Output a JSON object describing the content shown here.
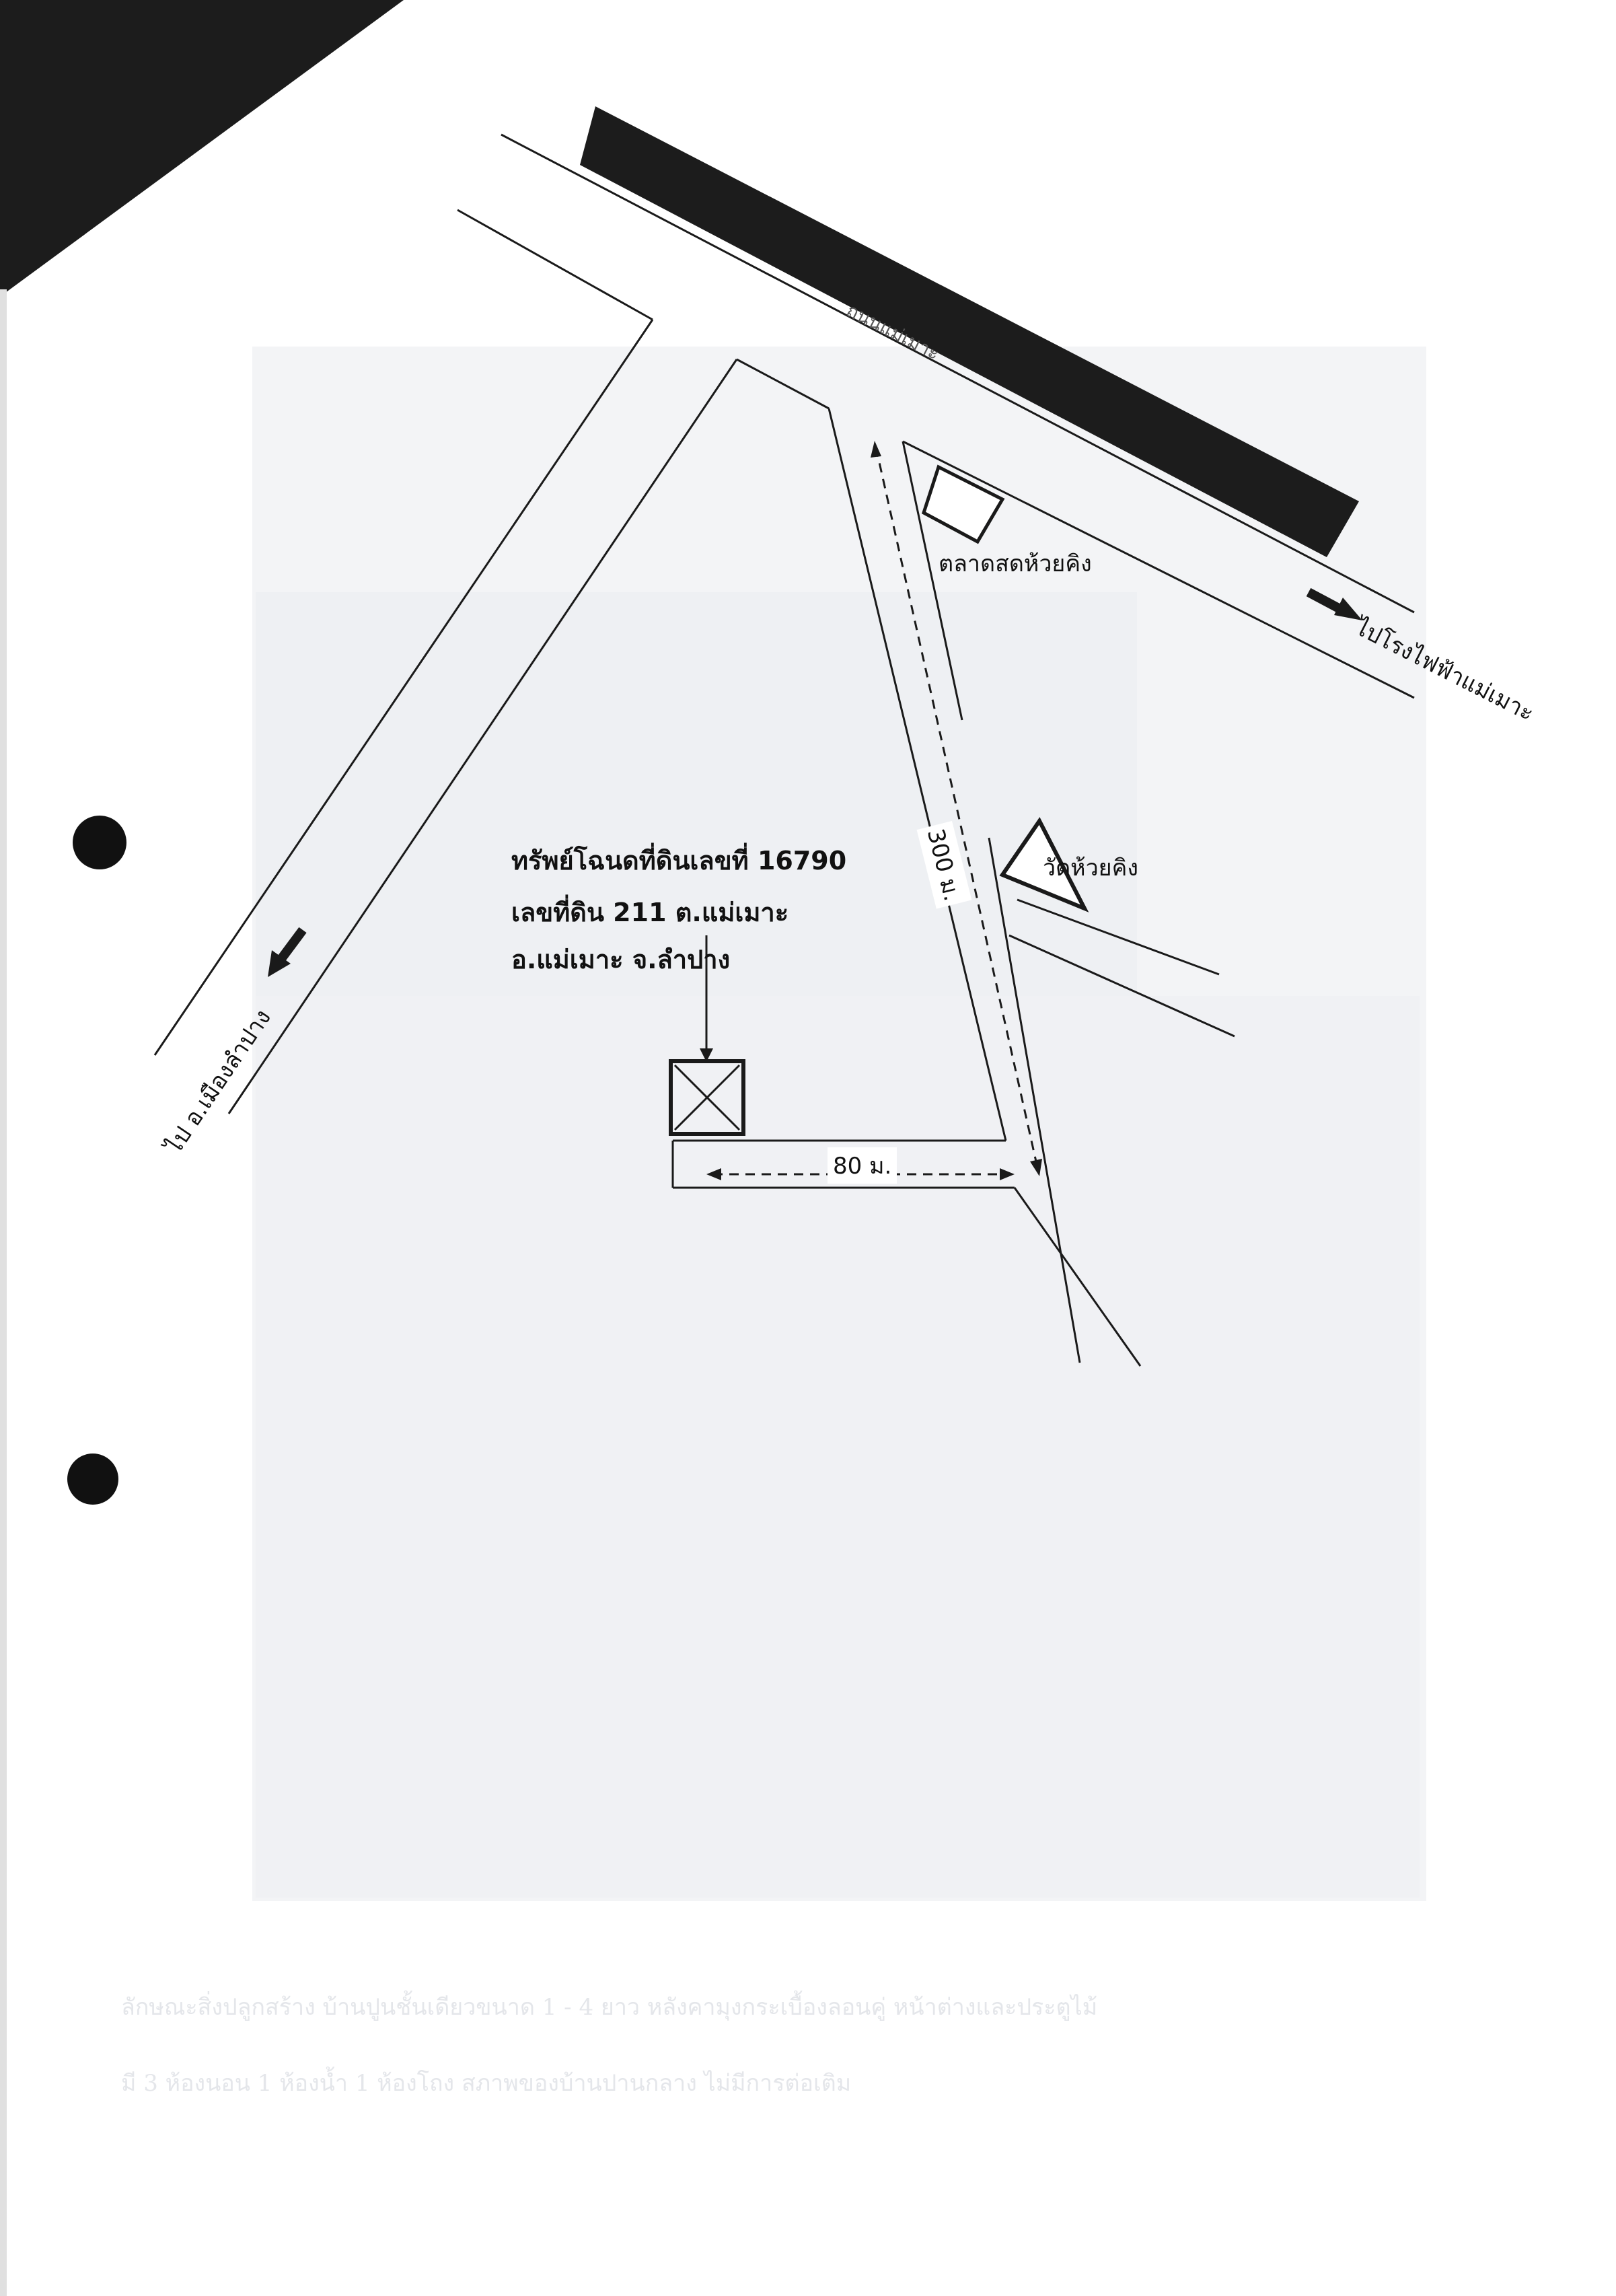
{
  "labels": {
    "market": "ตลาดสดห้วยคิง",
    "temple": "วัดห้วยคิง",
    "distance_80": "80 ม.",
    "distance_300": "300 ม.",
    "to_power_plant": "ไปโรงไฟฟ้าแม่เมาะ",
    "to_lampang": "ไป อ.เมืองลำปาง",
    "railway": "ถนนแม่เมาะ"
  },
  "property": {
    "line1": "ทรัพย์โฉนดที่ดินเลขที่  16790",
    "line2": "เลขที่ดิน  211  ต.แม่เมาะ",
    "line3": "อ.แม่เมาะ  จ.ลำปาง"
  },
  "caption": {
    "line1": "ลักษณะสิ่งปลูกสร้าง  บ้านปูนชั้นเดียวขนาด 1 - 4 ยาว หลังคามุงกระเบื้องลอนคู่  หน้าต่างและประตูไม้",
    "line2": "มี 3 ห้องนอน  1 ห้องน้ำ  1 ห้องโถง  สภาพของบ้านปานกลาง ไม่มีการต่อเติม"
  }
}
